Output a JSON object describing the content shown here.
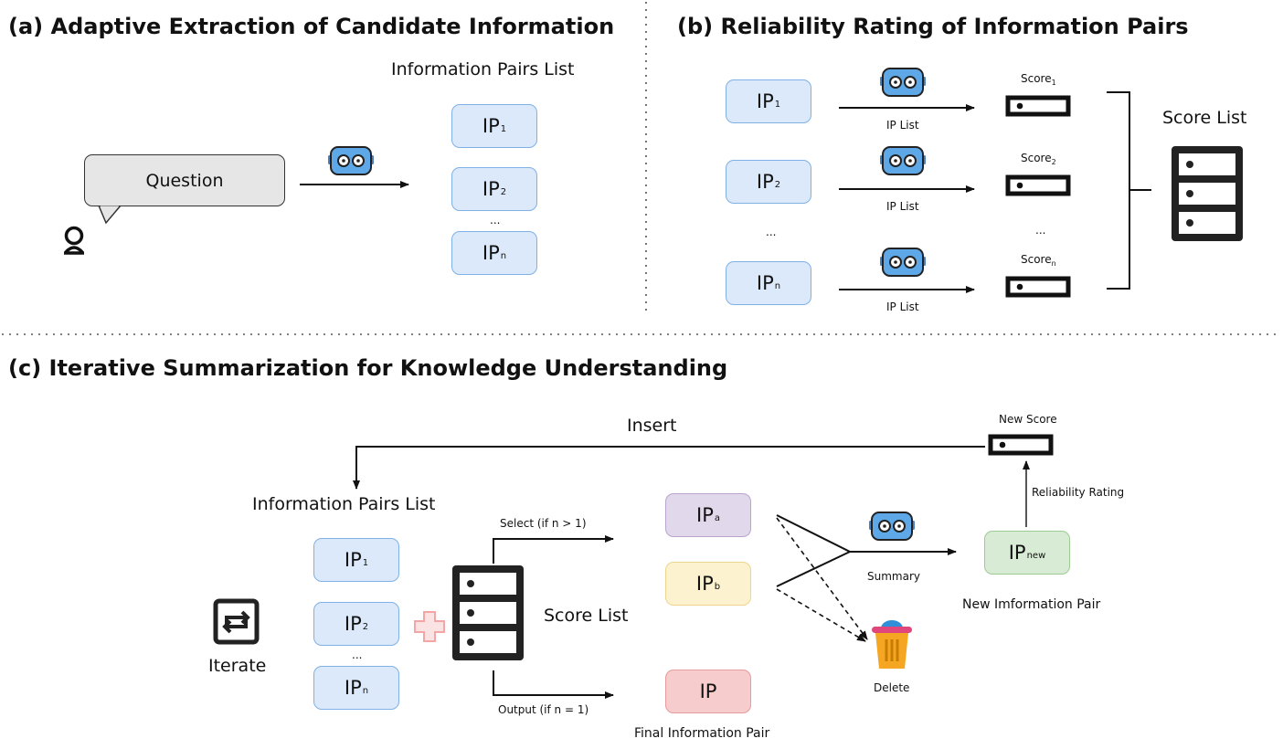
{
  "section_a": {
    "title": "(a) Adaptive Extraction of Candidate Information",
    "list_title": "Information Pairs List",
    "question": "Question",
    "ip_items": [
      {
        "main": "IP",
        "sub": "1"
      },
      {
        "main": "IP",
        "sub": "2"
      },
      {
        "main": "IP",
        "sub": "n"
      }
    ],
    "ellipsis": "..."
  },
  "section_b": {
    "title": "(b) Reliability Rating of Information Pairs",
    "ip_items": [
      {
        "main": "IP",
        "sub": "1"
      },
      {
        "main": "IP",
        "sub": "2"
      },
      {
        "main": "IP",
        "sub": "n"
      }
    ],
    "arrow_label": "IP List",
    "scores": [
      {
        "main": "Score",
        "sub": "1"
      },
      {
        "main": "Score",
        "sub": "2"
      },
      {
        "main": "Score",
        "sub": "n"
      }
    ],
    "ellipsis": "...",
    "score_list": "Score List"
  },
  "section_c": {
    "title": "(c) Iterative Summarization for Knowledge Understanding",
    "insert": "Insert",
    "new_score": "New Score",
    "reliability_rating": "Reliability Rating",
    "list_title": "Information Pairs List",
    "ip_items": [
      {
        "main": "IP",
        "sub": "1"
      },
      {
        "main": "IP",
        "sub": "2"
      },
      {
        "main": "IP",
        "sub": "n"
      }
    ],
    "ellipsis": "...",
    "iterate": "Iterate",
    "score_list": "Score List",
    "select": "Select (if n > 1)",
    "output": "Output (if n = 1)",
    "ip_a": {
      "main": "IP",
      "sub": "a"
    },
    "ip_b": {
      "main": "IP",
      "sub": "b"
    },
    "ip_final": "IP",
    "final_label": "Final Information Pair",
    "summary": "Summary",
    "ip_new": {
      "main": "IP",
      "sub": "new"
    },
    "new_label": "New Imformation Pair",
    "delete": "Delete"
  },
  "colors": {
    "ip_blue": "#dce9fb",
    "ip_purple": "#e2d8ec",
    "ip_yellow": "#fdf2cf",
    "ip_red": "#f7cccc",
    "ip_green": "#d8ebd4",
    "robot": "#5fa8e8",
    "plus": "#f4a6a6",
    "trash": "#f5a623"
  },
  "icons": [
    "user-icon",
    "robot-icon",
    "server-icon",
    "score-bar-icon",
    "iterate-icon",
    "plus-icon",
    "trash-icon"
  ]
}
